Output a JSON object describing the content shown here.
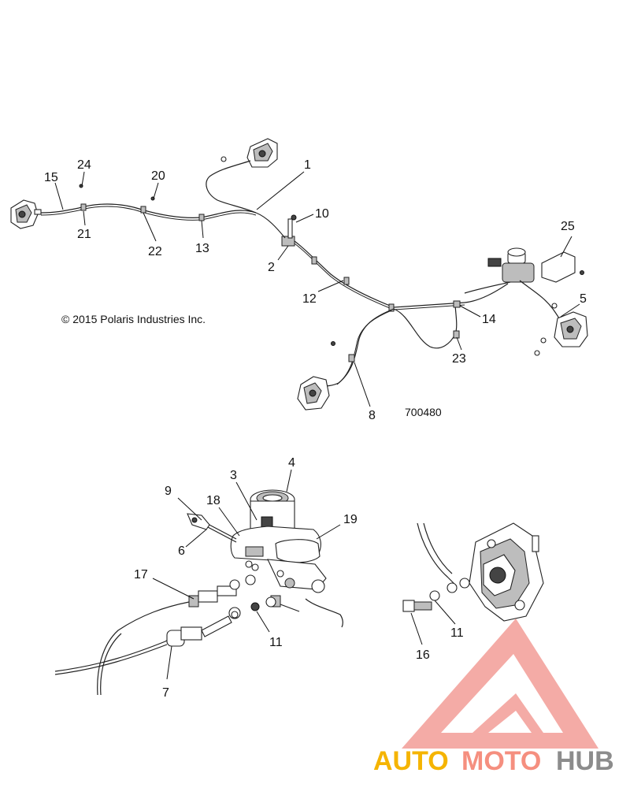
{
  "copyright": "© 2015 Polaris Industries Inc.",
  "drawing_number": "700480",
  "callouts": {
    "c1": "1",
    "c2": "2",
    "c3": "3",
    "c4": "4",
    "c5": "5",
    "c6": "6",
    "c7": "7",
    "c8": "8",
    "c9": "9",
    "c10": "10",
    "c11a": "11",
    "c11b": "11",
    "c12": "12",
    "c13": "13",
    "c14": "14",
    "c15": "15",
    "c16": "16",
    "c17": "17",
    "c18": "18",
    "c19": "19",
    "c20": "20",
    "c21": "21",
    "c22": "22",
    "c23": "23",
    "c24": "24",
    "c25": "25"
  },
  "watermark": {
    "part1": "AUTO",
    "part2": "MOTO",
    "part3": "HUB",
    "colors": {
      "part1": "#f5b400",
      "part2": "#f58f7f",
      "part3": "#8c8c8c",
      "logo": "#f08c84"
    }
  }
}
